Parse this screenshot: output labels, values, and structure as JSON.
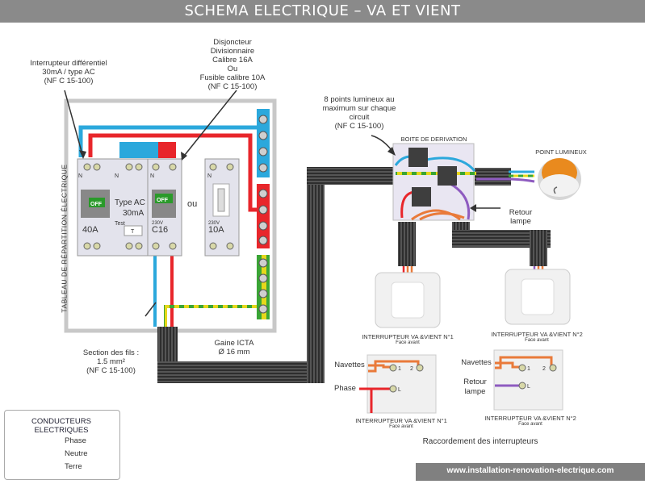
{
  "header": {
    "title": "SCHEMA ELECTRIQUE – VA ET VIENT"
  },
  "panel": {
    "vertical_label": "TABLEAU DE RÉPARTITION ÉLECTRIQUE",
    "rcd": {
      "rating": "40A",
      "type_label": "Type AC",
      "sensitivity": "30mA",
      "off": "OFF",
      "test": "Test",
      "t": "T",
      "n_left": "N",
      "n_right": "N"
    },
    "breaker": {
      "rating": "C16",
      "off": "OFF",
      "voltage": "230V",
      "n": "N"
    },
    "or_label": "ou",
    "fuse": {
      "rating": "10A",
      "voltage": "230V",
      "n": "N"
    }
  },
  "annotations": {
    "rcd_note": [
      "Interrupteur différentiel",
      "30mA / type AC",
      "(NF C 15-100)"
    ],
    "breaker_note": [
      "Disjoncteur",
      "Divisionnaire",
      "Calibre 16A",
      "Ou",
      "Fusible calibre 10A",
      "(NF C 15-100)"
    ],
    "points_note": [
      "8 points lumineux au",
      "maximum sur chaque",
      "circuit",
      "(NF C 15-100)"
    ],
    "section_note": [
      "Section des fils :",
      "1.5 mm²",
      "(NF C 15-100)"
    ],
    "gaine": [
      "Gaine ICTA",
      "Ø 16 mm"
    ]
  },
  "junction": {
    "label": "BOITE DE DERIVATION"
  },
  "light": {
    "label": "POINT LUMINEUX"
  },
  "retour_label": [
    "Retour",
    "lampe"
  ],
  "switches": {
    "switch1_caption": "INTERRUPTEUR VA &VIENT N°1",
    "switch2_caption": "INTERRUPTEUR VA &VIENT N°2",
    "face_avant": "Face avant"
  },
  "wiring": {
    "navettes": "Navettes",
    "phase": "Phase",
    "retour": [
      "Retour",
      "lampe"
    ],
    "terminal_1": "1",
    "terminal_2": "2",
    "terminal_l": "L",
    "wiring1_caption": "INTERRUPTEUR VA &VIENT N°1",
    "wiring2_caption": "INTERRUPTEUR VA &VIENT N°2",
    "face_avant": "Face avant",
    "caption": "Raccordement  des interrupteurs"
  },
  "legend": {
    "title": "CONDUCTEURS ELECTRIQUES",
    "items": [
      {
        "label": "Phase",
        "color": "#e8262b"
      },
      {
        "label": "Neutre",
        "color": "#2ba8dc"
      },
      {
        "label": "Terre",
        "color": "#e6d81b"
      }
    ]
  },
  "footer": {
    "url": "www.installation-renovation-electrique.com"
  },
  "colors": {
    "phase": "#e8262b",
    "neutre": "#2ba8dc",
    "terre_yellow": "#e6d81b",
    "terre_green": "#3aa535",
    "retour": "#8e5bc0",
    "navette": "#e97a3a"
  }
}
